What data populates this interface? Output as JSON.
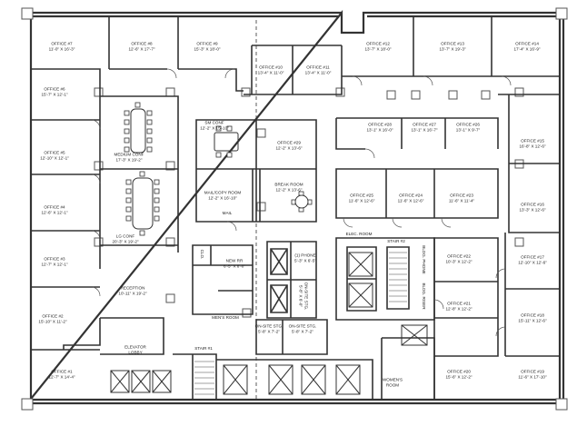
{
  "rooms": [
    {
      "id": "office-7",
      "name": "OFFICE #7",
      "dims": "11'-0\" X 16'-3\""
    },
    {
      "id": "office-8",
      "name": "OFFICE #8",
      "dims": "12'-6\" X 17'-7\""
    },
    {
      "id": "office-9",
      "name": "OFFICE #9",
      "dims": "15'-3\" X 18'-0\""
    },
    {
      "id": "office-10",
      "name": "OFFICE #10",
      "dims": "13'-4\" X 11'-0\""
    },
    {
      "id": "office-11",
      "name": "OFFICE #11",
      "dims": "13'-4\" X 11'-0\""
    },
    {
      "id": "office-12",
      "name": "OFFICE #12",
      "dims": "13'-7\" X 18'-0\""
    },
    {
      "id": "office-13",
      "name": "OFFICE #13",
      "dims": "13'-7\" X 19'-3\""
    },
    {
      "id": "office-14",
      "name": "OFFICE #14",
      "dims": "17'-4\" X 16'-9\""
    },
    {
      "id": "office-6",
      "name": "OFFICE #6",
      "dims": "15'-7\" X 12'-1\""
    },
    {
      "id": "office-5",
      "name": "OFFICE #5",
      "dims": "12'-10\" X 12'-1\""
    },
    {
      "id": "office-4",
      "name": "OFFICE #4",
      "dims": "12'-6\" X 12'-1\""
    },
    {
      "id": "office-3",
      "name": "OFFICE #3",
      "dims": "12'-7\" X 12'-1\""
    },
    {
      "id": "office-2",
      "name": "OFFICE #2",
      "dims": "15'-10\" X 11'-2\""
    },
    {
      "id": "office-1",
      "name": "OFFICE #1",
      "dims": "12'-7\" X 14'-4\""
    },
    {
      "id": "medium-conf",
      "name": "MEDIUM CONF",
      "dims": "17'-3\" X 19'-2\""
    },
    {
      "id": "lg-conf",
      "name": "LG CONF",
      "dims": "20'-3\" X 19'-2\""
    },
    {
      "id": "reception",
      "name": "RECEPTION",
      "dims": "10'-11\" X 19'-2\""
    },
    {
      "id": "elevator-lobby",
      "name": "ELEVATOR LOBBY",
      "dims": ""
    },
    {
      "id": "sm-conf",
      "name": "SM CONF",
      "dims": "12'-2\" X 15'-10\""
    },
    {
      "id": "office-29",
      "name": "OFFICE #29",
      "dims": "12'-2\" X 13'-6\""
    },
    {
      "id": "mail-copy",
      "name": "MAIL/COPY ROOM",
      "dims": "12'-2\" X 16'-10\""
    },
    {
      "id": "mail",
      "name": "MAIL",
      "dims": ""
    },
    {
      "id": "break-room",
      "name": "BREAK ROOM",
      "dims": "12'-2\" X 13'-6\""
    },
    {
      "id": "office-28",
      "name": "OFFICE #28",
      "dims": "13'-1\" X 16'-0\""
    },
    {
      "id": "office-27",
      "name": "OFFICE #27",
      "dims": "13'-1\" X 16'-7\""
    },
    {
      "id": "office-26",
      "name": "OFFICE #26",
      "dims": "13'-1\" X 9'-7\""
    },
    {
      "id": "office-15",
      "name": "OFFICE #15",
      "dims": "16'-8\" X 12'-6\""
    },
    {
      "id": "office-25",
      "name": "OFFICE #25",
      "dims": "11'-6\" X 12'-6\""
    },
    {
      "id": "office-24",
      "name": "OFFICE #24",
      "dims": "11'-6\" X 12'-6\""
    },
    {
      "id": "office-23",
      "name": "OFFICE #23",
      "dims": "11'-6\" X 11'-4\""
    },
    {
      "id": "office-16",
      "name": "OFFICE #16",
      "dims": "13'-3\" X 12'-6\""
    },
    {
      "id": "stair-2",
      "name": "STAIR #2",
      "dims": ""
    },
    {
      "id": "elec",
      "name": "ELEC. ROOM",
      "dims": ""
    },
    {
      "id": "new-rr",
      "name": "NEW RR",
      "dims": "6'-5\" X 8'-0\""
    },
    {
      "id": "clo",
      "name": "CLO.",
      "dims": ""
    },
    {
      "id": "phone",
      "name": "(1) PHONE",
      "dims": "5'-3\" X 6'-5\""
    },
    {
      "id": "onsite-1",
      "name": "ON-SITE STG.",
      "dims": "5'-8\" X 6'-0\""
    },
    {
      "id": "mens",
      "name": "MEN'S ROOM",
      "dims": ""
    },
    {
      "id": "onsite-2",
      "name": "ON-SITE STG.",
      "dims": "5'-8\" X 7'-2\""
    },
    {
      "id": "onsite-3",
      "name": "ON-SITE STG.",
      "dims": "5'-8\" X 7'-2\""
    },
    {
      "id": "stair-1",
      "name": "STAIR #1",
      "dims": ""
    },
    {
      "id": "bldg-phone",
      "name": "BLDG. PHONE",
      "dims": ""
    },
    {
      "id": "bldg-riser",
      "name": "BLDG. RISER",
      "dims": ""
    },
    {
      "id": "office-22",
      "name": "OFFICE #22",
      "dims": "10'-3\" X 12'-2\""
    },
    {
      "id": "office-21",
      "name": "OFFICE #21",
      "dims": "12'-8\" X 12'-2\""
    },
    {
      "id": "office-17",
      "name": "OFFICE #17",
      "dims": "12'-10\" X 12'-6\""
    },
    {
      "id": "office-18",
      "name": "OFFICE #18",
      "dims": "15'-11\" X 12'-6\""
    },
    {
      "id": "office-20",
      "name": "OFFICE #20",
      "dims": "15'-6\" X 12'-2\""
    },
    {
      "id": "office-19",
      "name": "OFFICE #19",
      "dims": "11'-6\" X 17'-10\""
    },
    {
      "id": "womens",
      "name": "WOMEN'S ROOM",
      "dims": ""
    }
  ]
}
